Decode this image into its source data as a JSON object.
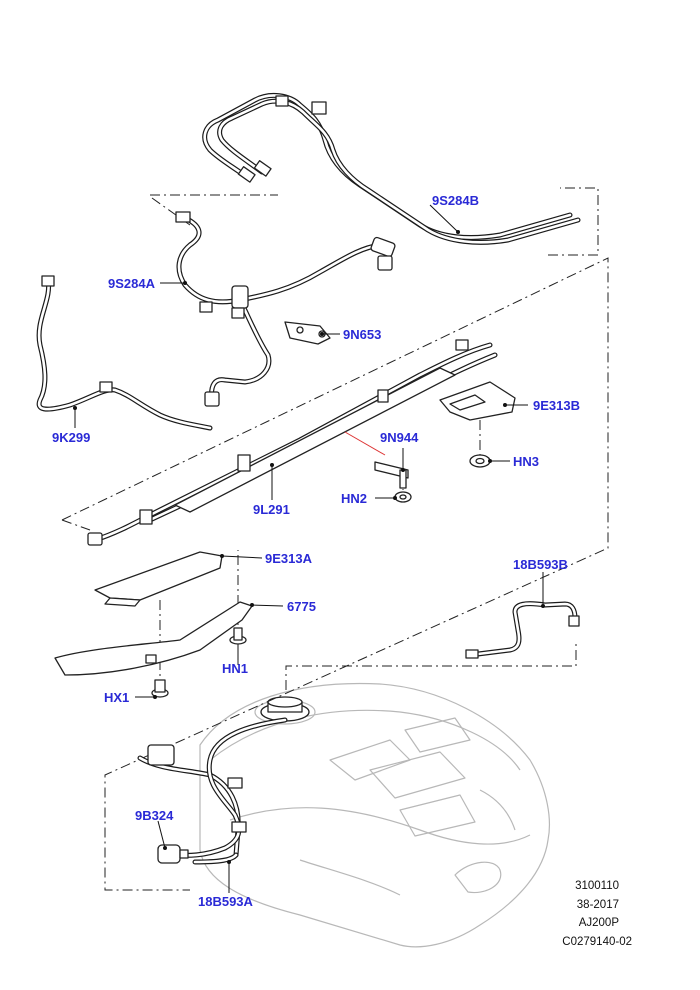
{
  "callouts": {
    "c9S284B": "9S284B",
    "c9S284A": "9S284A",
    "c9N653": "9N653",
    "c9K299": "9K299",
    "c9E313B": "9E313B",
    "c9N944": "9N944",
    "cHN3": "HN3",
    "cHN2": "HN2",
    "c9L291": "9L291",
    "c9E313A": "9E313A",
    "c6775": "6775",
    "cHN1": "HN1",
    "cHX1": "HX1",
    "c18B593B": "18B593B",
    "c9B324": "9B324",
    "c18B593A": "18B593A"
  },
  "reference": {
    "line1": "3100110",
    "line2": "38-2017",
    "line3": "AJ200P",
    "line4": "C0279140-02"
  }
}
